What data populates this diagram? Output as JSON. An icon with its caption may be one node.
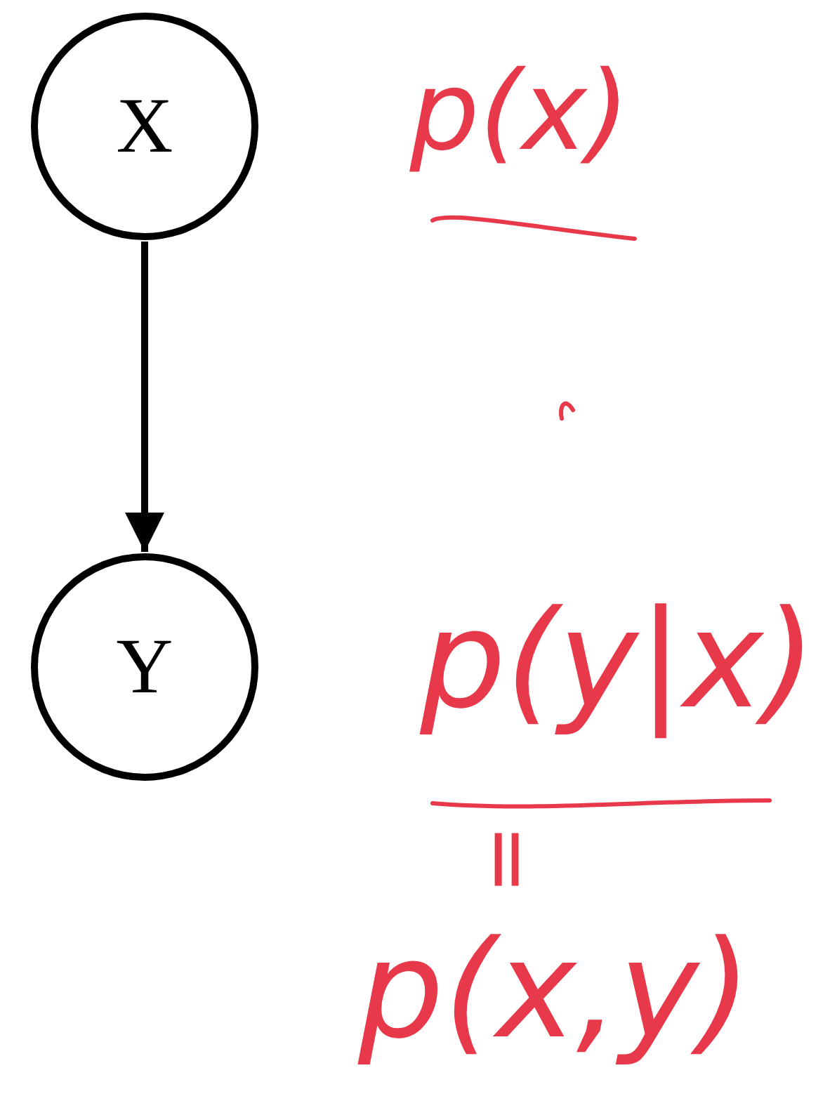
{
  "diagram": {
    "nodes": [
      {
        "text": [
          "X"
        ]
      },
      {
        "text": [
          "Y"
        ]
      }
    ],
    "edges": [
      {
        "from": 0,
        "to": 1,
        "arrow": "to"
      }
    ],
    "labels": [
      "p(x)",
      "p(y|x)",
      "=",
      "p(x,y)"
    ]
  }
}
